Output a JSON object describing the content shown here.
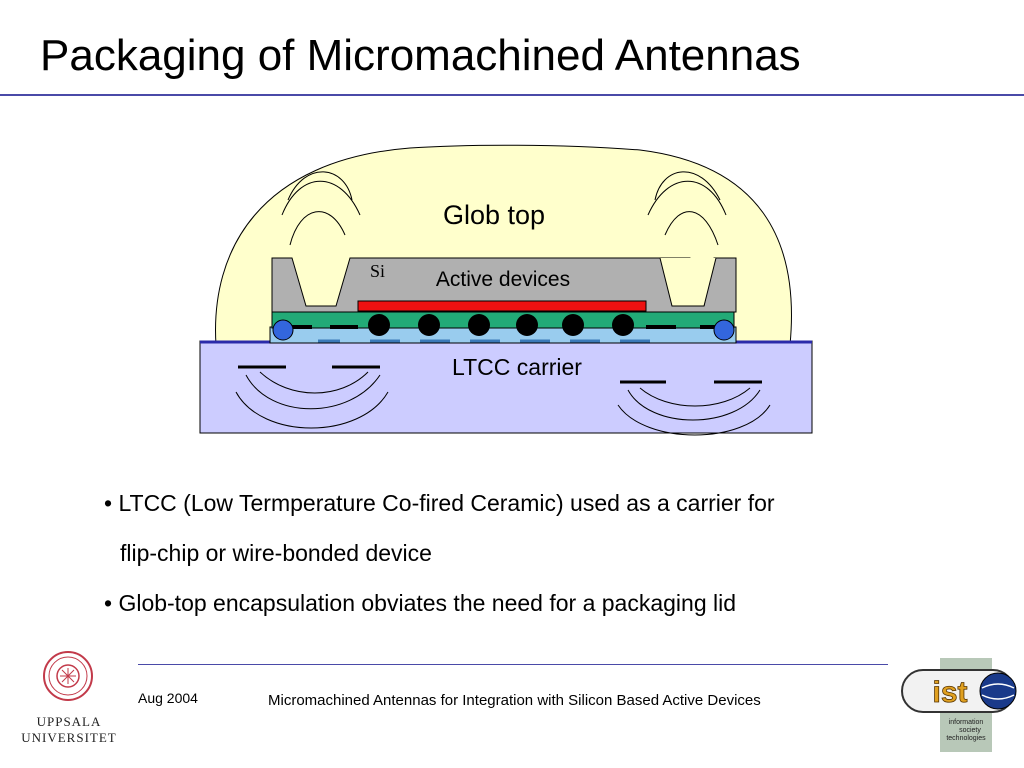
{
  "slide": {
    "title": "Packaging of Micromachined Antennas"
  },
  "diagram": {
    "glob_top_label": "Glob top",
    "si_label": "Si",
    "active_devices_label": "Active devices",
    "ltcc_label": "LTCC carrier",
    "colors": {
      "glob": "#ffffcc",
      "si": "#b0b0b0",
      "ltcc": "#ccccff",
      "green_layer": "#22aa77",
      "active": "#ee1111",
      "bump": "#000000",
      "edge_bump": "#3366dd"
    }
  },
  "bullets": {
    "b1_line1": "• LTCC (Low Termperature Co-fired Ceramic) used as a carrier for",
    "b1_line2": "flip-chip or wire-bonded device",
    "b2": "• Glob-top encapsulation obviates the need for a packaging lid"
  },
  "footer": {
    "date": "Aug 2004",
    "text": "Micromachined Antennas for Integration with Silicon Based Active Devices",
    "uu_line1": "UPPSALA",
    "uu_line2": "UNIVERSITET",
    "ist_logo_text": "ist",
    "ist_sub1": "information",
    "ist_sub2": "society",
    "ist_sub3": "technologies"
  }
}
